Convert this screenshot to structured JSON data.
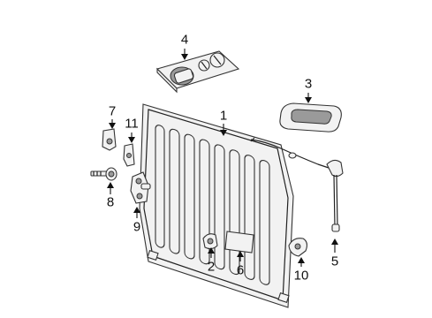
{
  "diagram": {
    "callouts": [
      {
        "id": "1",
        "text": "1"
      },
      {
        "id": "2",
        "text": "2"
      },
      {
        "id": "3",
        "text": "3"
      },
      {
        "id": "4",
        "text": "4"
      },
      {
        "id": "5",
        "text": "5"
      },
      {
        "id": "6",
        "text": "6"
      },
      {
        "id": "7",
        "text": "7"
      },
      {
        "id": "8",
        "text": "8"
      },
      {
        "id": "9",
        "text": "9"
      },
      {
        "id": "10",
        "text": "10"
      },
      {
        "id": "11",
        "text": "11"
      }
    ],
    "colors": {
      "line": "#222222",
      "fill": "#f2f2f2",
      "background": "#ffffff"
    }
  }
}
